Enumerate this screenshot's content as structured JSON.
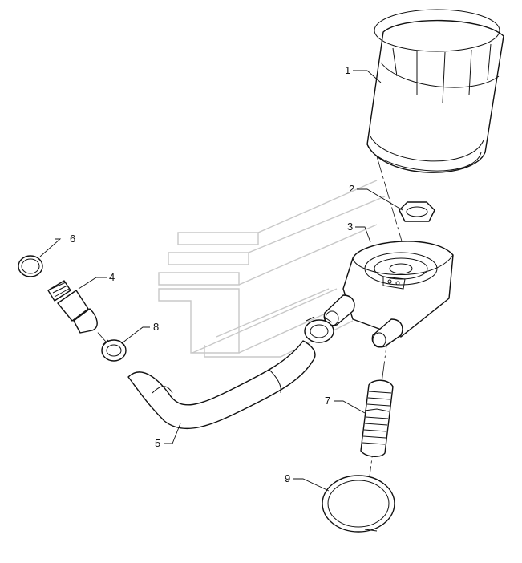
{
  "callouts": [
    {
      "id": "c1",
      "label": "1"
    },
    {
      "id": "c2",
      "label": "2"
    },
    {
      "id": "c3",
      "label": "3"
    },
    {
      "id": "c4",
      "label": "4"
    },
    {
      "id": "c5",
      "label": "5"
    },
    {
      "id": "c6",
      "label": "6"
    },
    {
      "id": "c7",
      "label": "7"
    },
    {
      "id": "c8",
      "label": "8"
    },
    {
      "id": "c9",
      "label": "9"
    }
  ],
  "colors": {
    "line": "#111111",
    "watermark": "#c8c8c8",
    "background": "#ffffff"
  }
}
